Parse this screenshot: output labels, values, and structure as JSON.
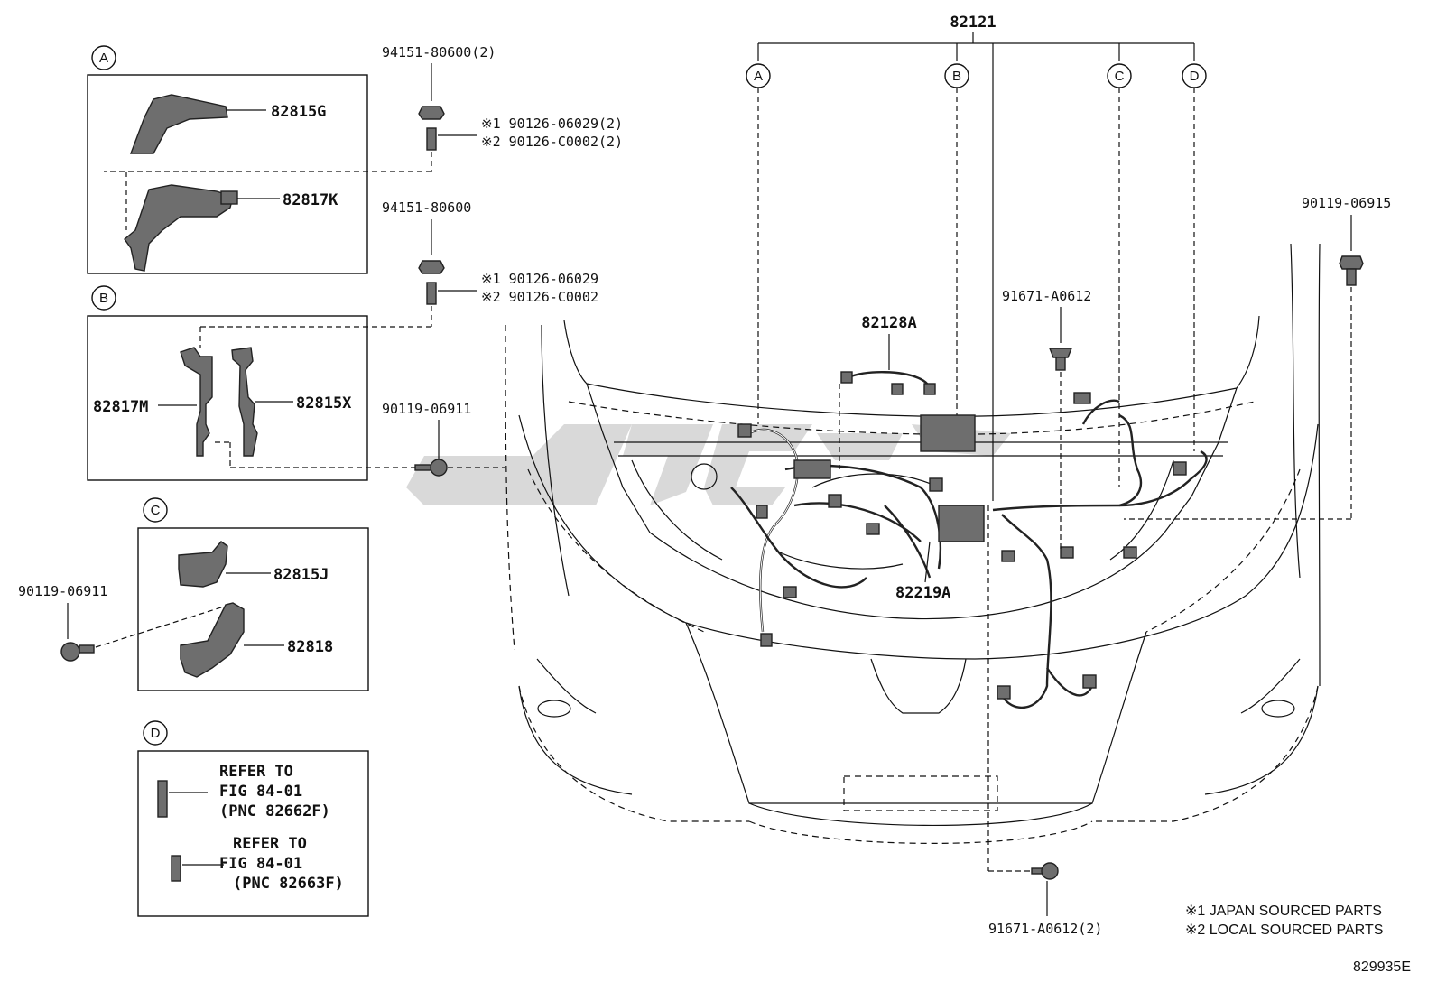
{
  "diagram": {
    "main_part": "82121",
    "callout_letters": [
      "A",
      "B",
      "C",
      "D"
    ],
    "box_a": {
      "letter": "A",
      "parts": [
        "82815G",
        "82817K"
      ]
    },
    "box_b": {
      "letter": "B",
      "parts": [
        "82817M",
        "82815X"
      ]
    },
    "box_c": {
      "letter": "C",
      "parts": [
        "82815J",
        "82818"
      ]
    },
    "box_d": {
      "letter": "D",
      "refs": [
        {
          "line1": "REFER TO",
          "line2": "FIG 84-01",
          "line3": "(PNC 82662F)"
        },
        {
          "line1": "REFER TO",
          "line2": "FIG 84-01",
          "line3": "(PNC 82663F)"
        }
      ]
    },
    "fasteners": {
      "nut_top": "94151-80600(2)",
      "stud_top_1": "※1 90126-06029(2)",
      "stud_top_2": "※2 90126-C0002(2)",
      "nut_mid": "94151-80600",
      "stud_mid_1": "※1 90126-06029",
      "stud_mid_2": "※2 90126-C0002",
      "bolt_b": "90119-06911",
      "bolt_c": "90119-06911",
      "bolt_right": "90119-06915",
      "clip_mid": "91671-A0612",
      "clip_bottom": "91671-A0612(2)"
    },
    "harness_parts": {
      "upper": "82128A",
      "lower": "82219A"
    },
    "notes": {
      "note1": "※1 JAPAN SOURCED PARTS",
      "note2": "※2 LOCAL SOURCED PARTS"
    },
    "figure_id": "829935E"
  },
  "colors": {
    "line": "#111111",
    "part_fill": "#6e6e6e",
    "watermark": "#d9d9d9"
  }
}
